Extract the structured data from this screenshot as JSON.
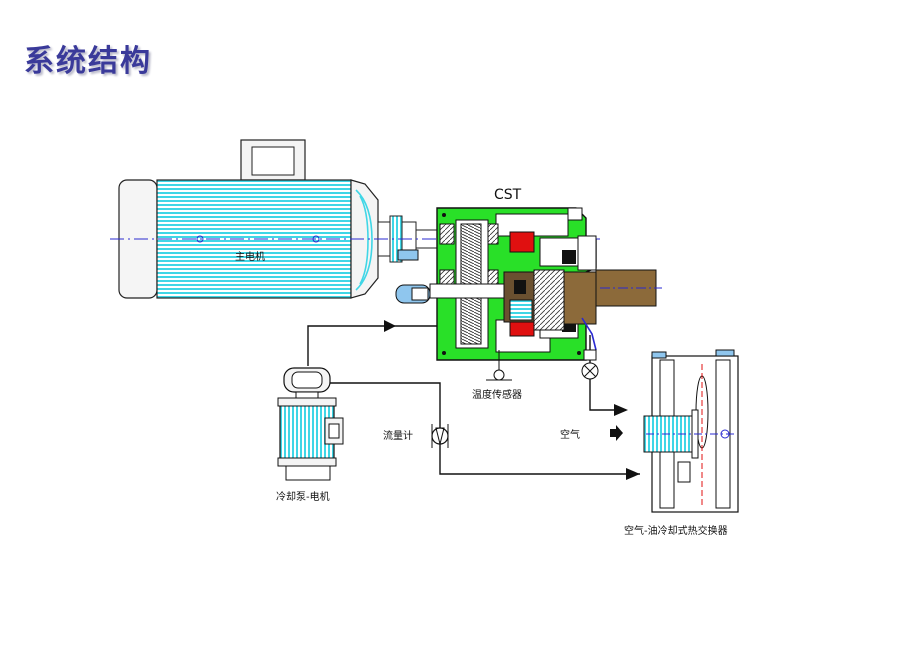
{
  "page": {
    "title": "系统结构"
  },
  "labels": {
    "cst": "CST",
    "main_motor": "主电机",
    "temp_sensor": "温度传感器",
    "flow_meter": "流量计",
    "air": "空气",
    "pump_motor": "冷却泵-电机",
    "heat_exchanger": "空气-油冷却式热交换器"
  },
  "colors": {
    "title": "#3a3a9a",
    "motor_fill": "#3fd6e6",
    "gearbox_fill": "#29e028",
    "accent_red": "#e01010",
    "shaft_brown": "#8c6a3a",
    "axis_line": "#2a2ad0"
  }
}
